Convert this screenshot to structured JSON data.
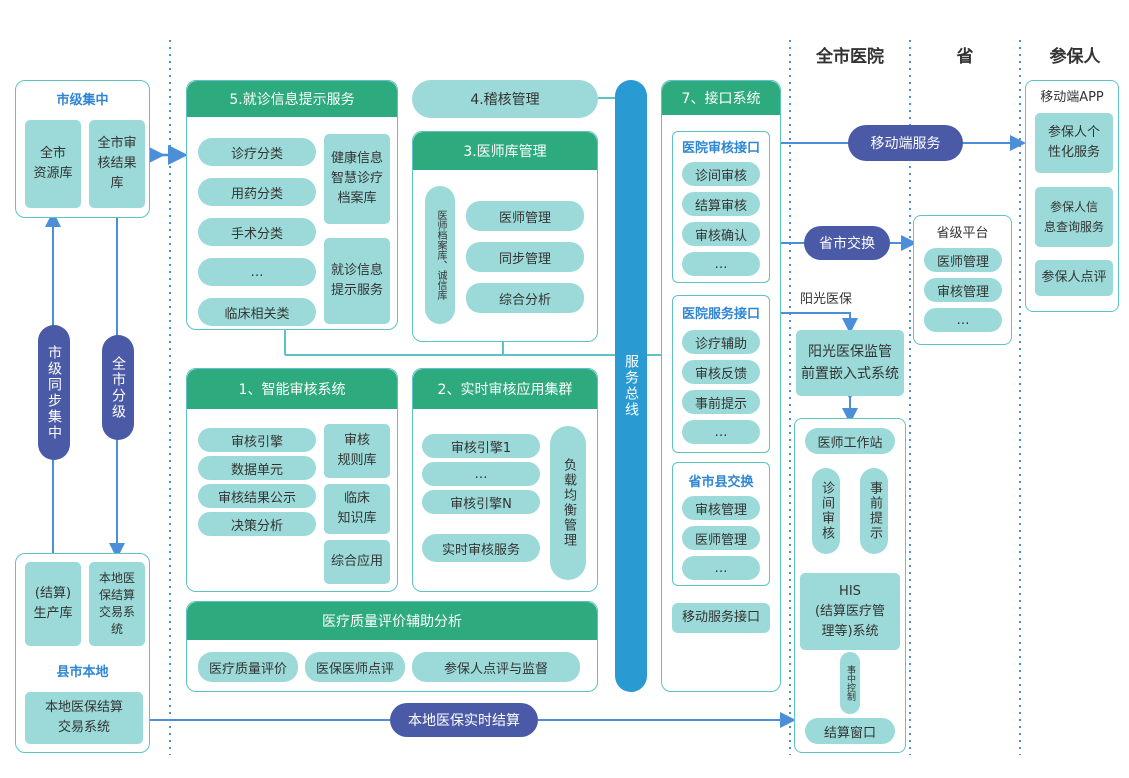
{
  "columns": {
    "hospital": "全市医院",
    "province": "省",
    "insured": "参保人"
  },
  "city": {
    "title": "市级集中",
    "resource": "全市\n资源库",
    "results": "全市审\n核结果\n库"
  },
  "county": {
    "production": "(结算)\n生产库",
    "local_system": "本地医\n保结算\n交易系\n统",
    "title": "县市本地",
    "bottom_system": "本地医保结算\n交易系统"
  },
  "sync": {
    "city_sync": "市级同步集中",
    "grading": "全市分级"
  },
  "s5": {
    "title": "5.就诊信息提示服务",
    "items": [
      "诊疗分类",
      "用药分类",
      "手术分类",
      "…",
      "临床相关类"
    ],
    "archive": "健康信息\n智慧诊疗\n档案库",
    "prompt": "就诊信息\n提示服务"
  },
  "s4": {
    "title": "4.稽核管理"
  },
  "s3": {
    "title": "3.医师库管理",
    "side": "医师档案库、诚信库",
    "items": [
      "医师管理",
      "同步管理",
      "综合分析"
    ]
  },
  "s1": {
    "title": "1、智能审核系统",
    "items": [
      "审核引擎",
      "数据单元",
      "审核结果公示",
      "决策分析"
    ],
    "rules": "审核\n规则库",
    "knowledge": "临床\n知识库",
    "app": "综合应用"
  },
  "s2": {
    "title": "2、实时审核应用集群",
    "items": [
      "审核引擎1",
      "…",
      "审核引擎N"
    ],
    "service": "实时审核服务",
    "balance": "负载均衡管理"
  },
  "quality": {
    "title": "医疗质量评价辅助分析",
    "items": [
      "医疗质量评价",
      "医保医师点评",
      "参保人点评与监督"
    ]
  },
  "bus": "服务总线",
  "s7": {
    "title": "7、接口系统",
    "audit_title": "医院审核接口",
    "audit_items": [
      "诊间审核",
      "结算审核",
      "审核确认",
      "…"
    ],
    "service_title": "医院服务接口",
    "service_items": [
      "诊疗辅助",
      "审核反馈",
      "事前提示",
      "…"
    ],
    "exchange_title": "省市县交换",
    "exchange_items": [
      "审核管理",
      "医师管理",
      "…"
    ],
    "mobile": "移动服务接口"
  },
  "connectors": {
    "mobile_service": "移动端服务",
    "prov_exchange": "省市交换",
    "local_settle": "本地医保实时结算",
    "sunshine": "阳光医保"
  },
  "hospital": {
    "monitor": "阳光医保监管\n前置嵌入式系统",
    "doctor_ws": "医师工作站",
    "clinic_audit": "诊间审核",
    "pre_prompt": "事前提示",
    "his": "HIS\n(结算医疗管\n理等)系统",
    "mid_control": "事中控制",
    "settle_window": "结算窗口"
  },
  "province": {
    "title": "省级平台",
    "items": [
      "医师管理",
      "审核管理",
      "…"
    ]
  },
  "insured": {
    "title": "移动端APP",
    "items": [
      "参保人个\n性化服务",
      "参保人信\n息查询服务",
      "参保人点评"
    ]
  }
}
